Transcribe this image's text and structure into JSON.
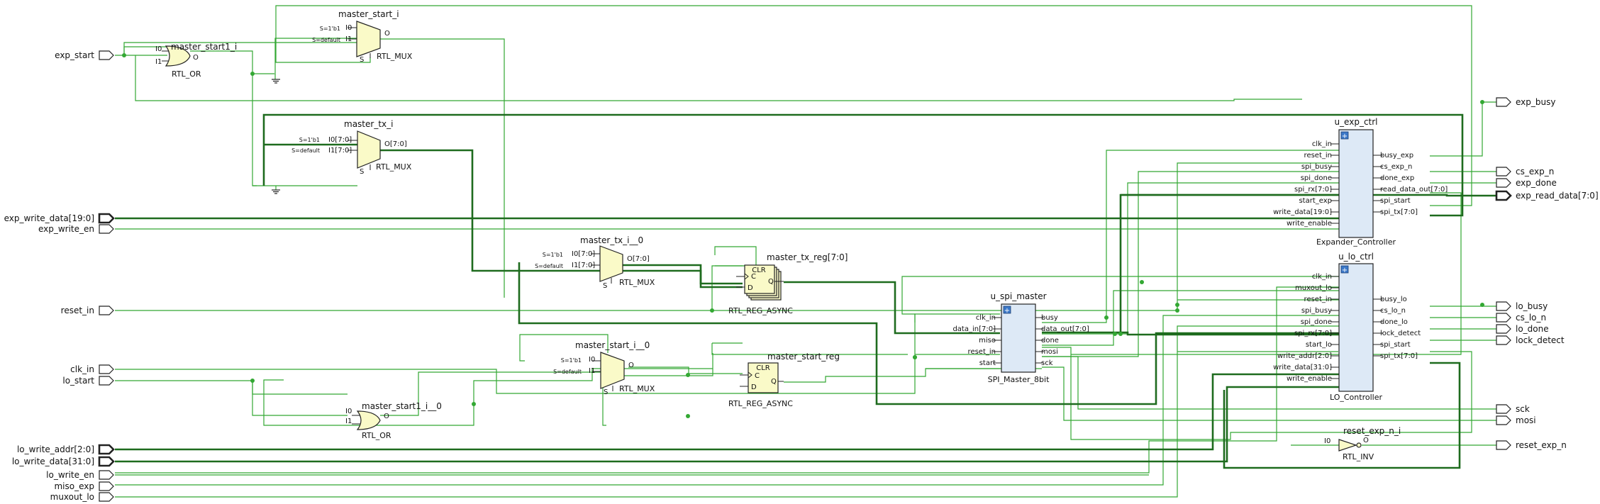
{
  "inputs": {
    "exp_start": "exp_start",
    "exp_write_data": "exp_write_data[19:0]",
    "exp_write_en": "exp_write_en",
    "reset_in": "reset_in",
    "clk_in": "clk_in",
    "lo_start": "lo_start",
    "lo_write_addr": "lo_write_addr[2:0]",
    "lo_write_data": "lo_write_data[31:0]",
    "lo_write_en": "lo_write_en",
    "miso_exp": "miso_exp",
    "muxout_lo": "muxout_lo"
  },
  "outputs": {
    "exp_busy": "exp_busy",
    "cs_exp_n": "cs_exp_n",
    "exp_done": "exp_done",
    "exp_read_data": "exp_read_data[7:0]",
    "lo_busy": "lo_busy",
    "cs_lo_n": "cs_lo_n",
    "lo_done": "lo_done",
    "lock_detect": "lock_detect",
    "sck": "sck",
    "mosi": "mosi",
    "reset_exp_n": "reset_exp_n"
  },
  "cells": {
    "master_start1_i": {
      "name": "master_start1_i",
      "type": "RTL_OR",
      "i0": "I0",
      "i1": "I1",
      "o": "O"
    },
    "master_start_i": {
      "name": "master_start_i",
      "type": "RTL_MUX",
      "sel0": "S=1'b1",
      "seld": "S=default",
      "i0": "I0",
      "i1": "I1",
      "o": "O",
      "s": "S"
    },
    "master_tx_i": {
      "name": "master_tx_i",
      "type": "RTL_MUX",
      "sel0": "S=1'b1",
      "seld": "S=default",
      "i0": "I0[7:0]",
      "i1": "I1[7:0]",
      "o": "O[7:0]",
      "s": "S"
    },
    "master_tx_i_0": {
      "name": "master_tx_i__0",
      "type": "RTL_MUX",
      "sel0": "S=1'b1",
      "seld": "S=default",
      "i0": "I0[7:0]",
      "i1": "I1[7:0]",
      "o": "O[7:0]",
      "s": "S"
    },
    "master_tx_reg": {
      "name": "master_tx_reg[7:0]",
      "type": "RTL_REG_ASYNC",
      "clr": "CLR",
      "c": "C",
      "d": "D",
      "q": "Q"
    },
    "master_start_i_0": {
      "name": "master_start_i__0",
      "type": "RTL_MUX",
      "sel0": "S=1'b1",
      "seld": "S=default",
      "i0": "I0",
      "i1": "I1",
      "o": "O",
      "s": "S"
    },
    "master_start_reg": {
      "name": "master_start_reg",
      "type": "RTL_REG_ASYNC",
      "clr": "CLR",
      "c": "C",
      "d": "D",
      "q": "Q"
    },
    "master_start1_i_0": {
      "name": "master_start1_i__0",
      "type": "RTL_OR",
      "i0": "I0",
      "i1": "I1",
      "o": "O"
    },
    "reset_exp_n_i": {
      "name": "reset_exp_n_i",
      "type": "RTL_INV",
      "i0": "I0",
      "o": "O"
    }
  },
  "blocks": {
    "u_exp_ctrl": {
      "name": "u_exp_ctrl",
      "type": "Expander_Controller",
      "in_pins": [
        "clk_in",
        "reset_in",
        "spi_busy",
        "spi_done",
        "spi_rx[7:0]",
        "start_exp",
        "write_data[19:0]",
        "write_enable"
      ],
      "out_pins": [
        "busy_exp",
        "cs_exp_n",
        "done_exp",
        "read_data_out[7:0]",
        "spi_start",
        "spi_tx[7:0]"
      ]
    },
    "u_lo_ctrl": {
      "name": "u_lo_ctrl",
      "type": "LO_Controller",
      "in_pins": [
        "clk_in",
        "muxout_lo",
        "reset_in",
        "spi_busy",
        "spi_done",
        "spi_rx[7:0]",
        "start_lo",
        "write_addr[2:0]",
        "write_data[31:0]",
        "write_enable"
      ],
      "out_pins": [
        "busy_lo",
        "cs_lo_n",
        "done_lo",
        "lock_detect",
        "spi_start",
        "spi_tx[7:0]"
      ]
    },
    "u_spi_master": {
      "name": "u_spi_master",
      "type": "SPI_Master_8bit",
      "in_pins": [
        "clk_in",
        "data_in[7:0]",
        "miso",
        "reset_in",
        "start"
      ],
      "out_pins": [
        "busy",
        "data_out[7:0]",
        "done",
        "mosi",
        "sck"
      ]
    }
  },
  "colors": {
    "net": "#33a833",
    "bus": "#1e6b1e",
    "primitive_fill": "#fafac8",
    "block_fill": "#dde9f6",
    "badge": "#3b78c8"
  }
}
